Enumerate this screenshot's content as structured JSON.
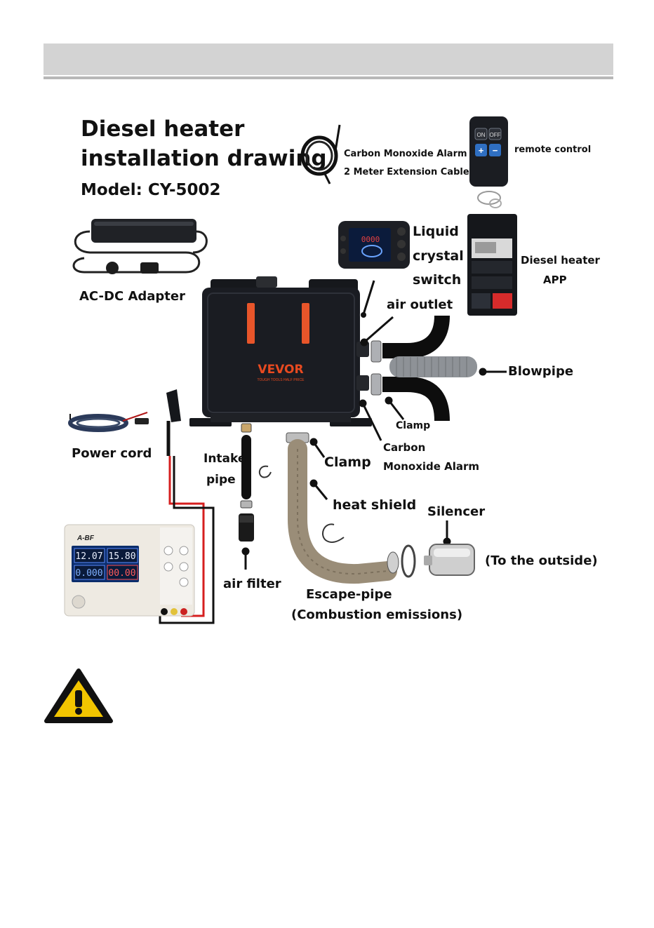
{
  "title": {
    "line1": "Diesel heater",
    "line2": "installation drawing",
    "model": "Model: CY-5002"
  },
  "labels": {
    "co_cable_1": "Carbon Monoxide Alarm",
    "co_cable_2": "2 Meter Extension Cable",
    "remote_control": "remote control",
    "ac_dc_adapter": "AC-DC Adapter",
    "lcd_1": "Liquid",
    "lcd_2": "crystal",
    "lcd_3": "switch",
    "app_1": "Diesel heater",
    "app_2": "APP",
    "air_outlet": "air outlet",
    "blowpipe": "Blowpipe",
    "clamp_outlet": "Clamp",
    "co_alarm_1": "Carbon",
    "co_alarm_2": "Monoxide Alarm",
    "power_cord": "Power cord",
    "intake_1": "Intake",
    "intake_2": "pipe",
    "clamp_exhaust": "Clamp",
    "heat_shield": "heat shield",
    "silencer": "Silencer",
    "to_outside": "(To the outside)",
    "air_filter": "air filter",
    "escape_1": "Escape-pipe",
    "escape_2": "(Combustion emissions)"
  },
  "device_text": {
    "brand": "VEVOR",
    "brand_tagline": "TOUGH TOOLS HALF PRICE",
    "lcd_readout": "0000",
    "remote_on": "ON",
    "remote_off": "OFF",
    "remote_plus": "+",
    "remote_minus": "−",
    "psu_brand": "A-BF",
    "psu_v": "12.07",
    "psu_a": "15.80",
    "psu_w1": "0.000",
    "psu_w2": "00.00"
  },
  "colors": {
    "header_bar": "#d3d3d3",
    "heater_body": "#1a1c22",
    "vent_orange": "#e8552a",
    "cable_red": "#d61f1f",
    "warning_yellow": "#f2c500",
    "heat_shield": "#9a8d78"
  },
  "icons": [
    "warning-icon"
  ]
}
